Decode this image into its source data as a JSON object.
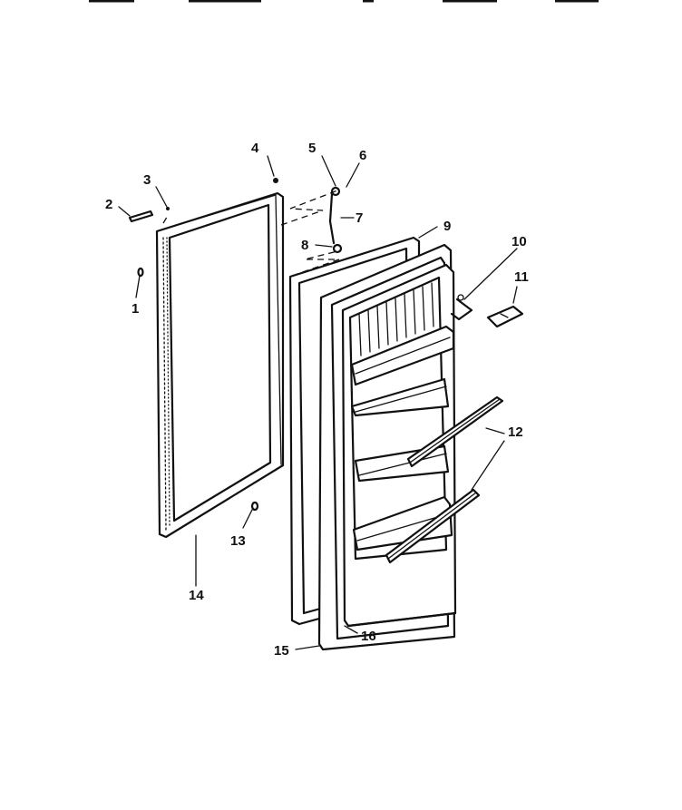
{
  "diagram": {
    "labels": [
      {
        "id": "part-1",
        "text": "1"
      },
      {
        "id": "part-2",
        "text": "2"
      },
      {
        "id": "part-3",
        "text": "3"
      },
      {
        "id": "part-4",
        "text": "4"
      },
      {
        "id": "part-5",
        "text": "5"
      },
      {
        "id": "part-6",
        "text": "6"
      },
      {
        "id": "part-7",
        "text": "7"
      },
      {
        "id": "part-8",
        "text": "8"
      },
      {
        "id": "part-9",
        "text": "9"
      },
      {
        "id": "part-10",
        "text": "10"
      },
      {
        "id": "part-11",
        "text": "11"
      },
      {
        "id": "part-12",
        "text": "12"
      },
      {
        "id": "part-13",
        "text": "13"
      },
      {
        "id": "part-14",
        "text": "14"
      },
      {
        "id": "part-15",
        "text": "15"
      },
      {
        "id": "part-16",
        "text": "16"
      }
    ]
  }
}
